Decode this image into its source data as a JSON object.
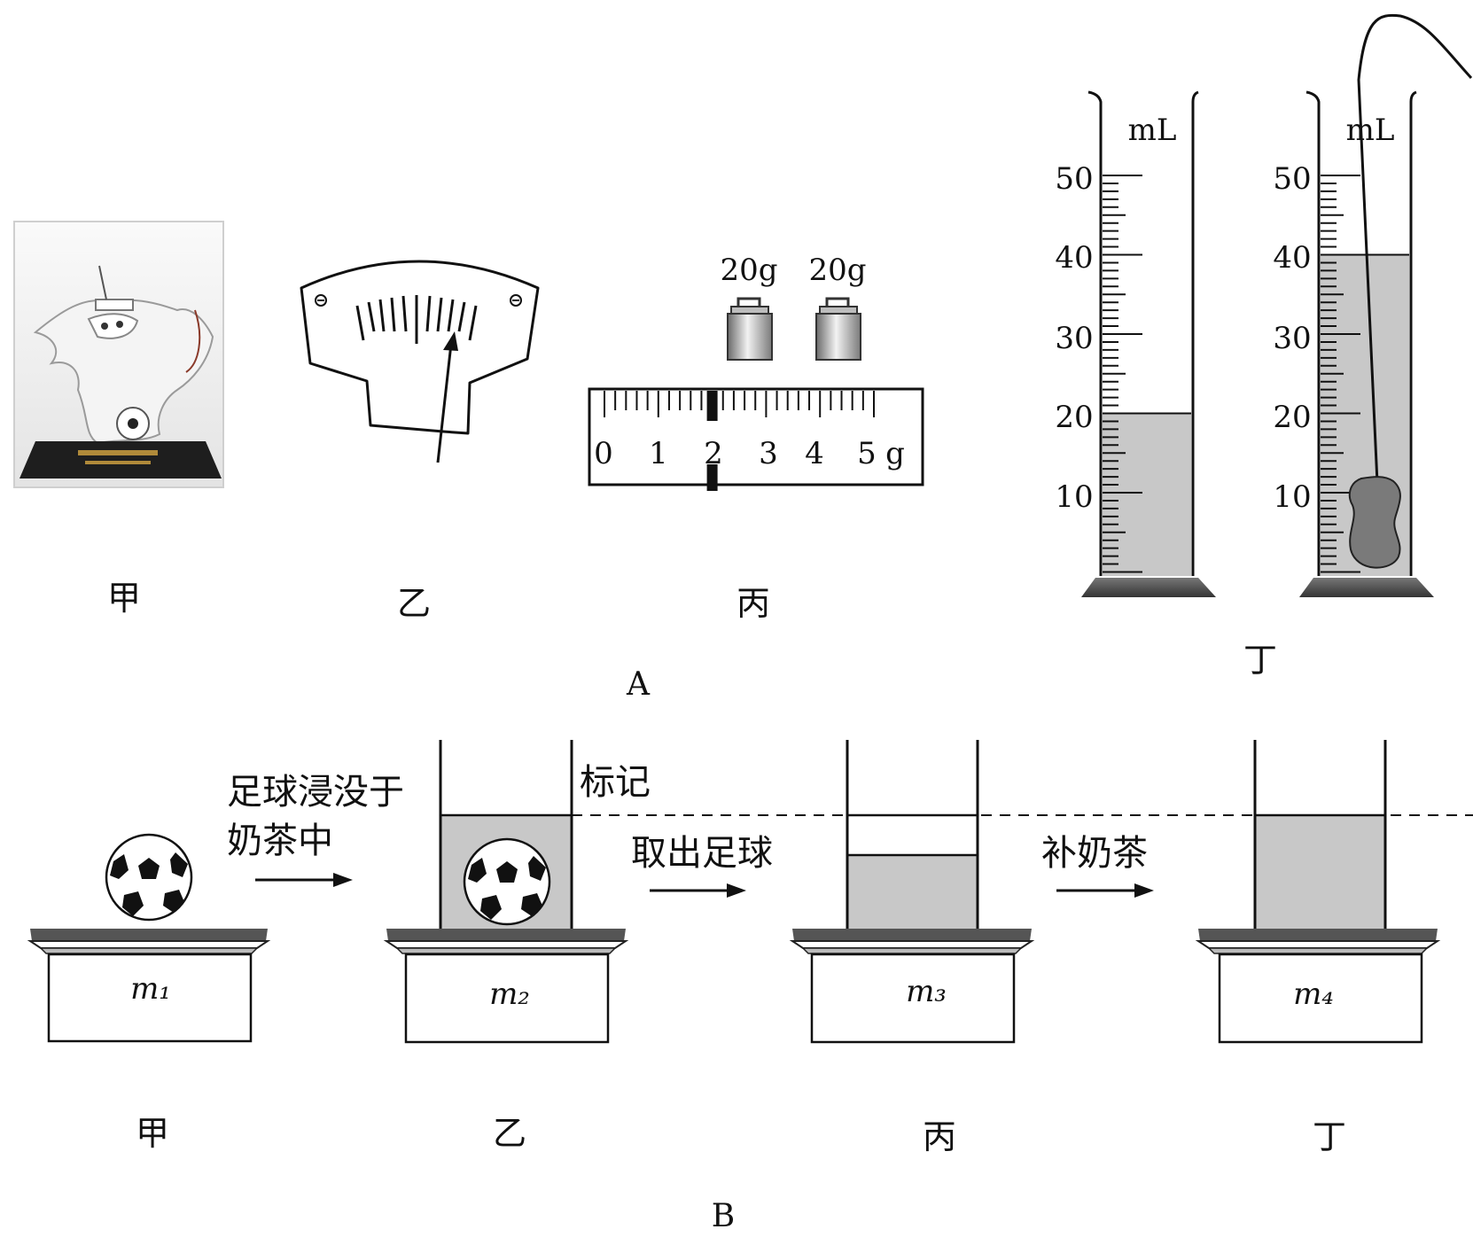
{
  "partA": {
    "label": "A",
    "panel_labels": [
      "甲",
      "乙",
      "丙",
      "丁"
    ],
    "balance": {
      "weights": [
        "20g",
        "20g"
      ],
      "scale_numbers": [
        "0",
        "1",
        "2",
        "3",
        "4",
        "5"
      ],
      "scale_unit": "g",
      "rider_reading_g": 2
    },
    "cylinders": {
      "unit": "mL",
      "numbers": [
        "50",
        "40",
        "30",
        "20",
        "10"
      ],
      "left_level_ml": 20,
      "right_level_ml": 40
    }
  },
  "partB": {
    "label": "B",
    "panel_labels": [
      "甲",
      "乙",
      "丙",
      "丁"
    ],
    "masses": [
      "m₁",
      "m₂",
      "m₃",
      "m₄"
    ],
    "mark_label": "标记",
    "steps": [
      "足球浸没于",
      "奶茶中",
      "取出足球",
      "补奶茶"
    ]
  },
  "colors": {
    "liquid": "#c8c8c8",
    "ink": "#111111",
    "base": "#555555"
  }
}
